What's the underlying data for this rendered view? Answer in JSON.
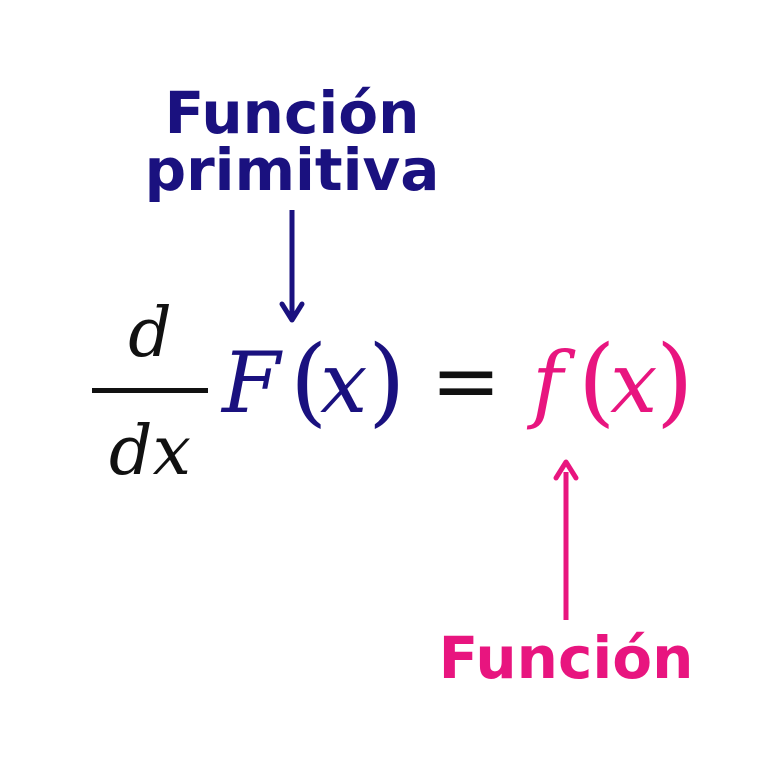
{
  "colors": {
    "navy": "#1a117f",
    "pink": "#e8157f",
    "black": "#111111",
    "background": "#ffffff"
  },
  "labels": {
    "primitive_line1": "Función",
    "primitive_line2": "primitiva",
    "function": "Función"
  },
  "formula": {
    "numerator": "d",
    "denominator": "dx",
    "primitive": "F",
    "lparen": "(",
    "variable": "x",
    "rparen": ")",
    "equals": "=",
    "function": "f"
  }
}
